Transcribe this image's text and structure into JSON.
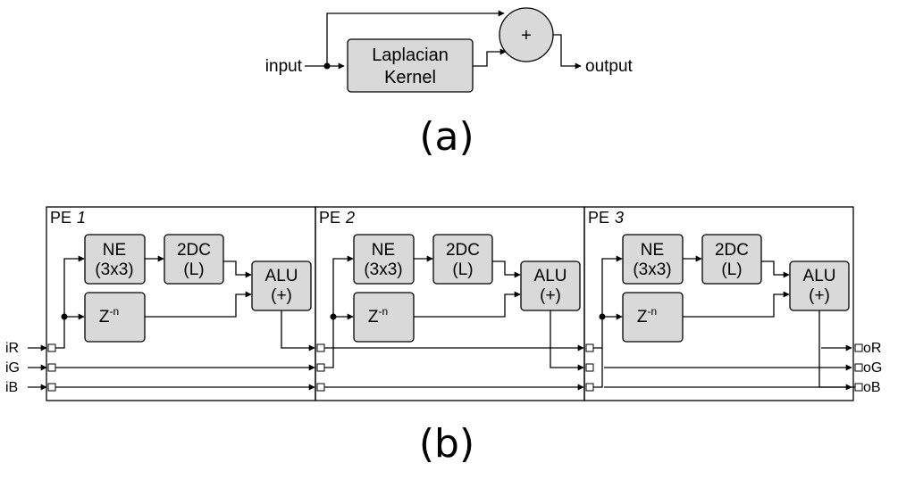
{
  "colors": {
    "block_fill": "#d9d9d9",
    "stroke": "#000000",
    "background": "#ffffff"
  },
  "diagram_a": {
    "input_label": "input",
    "output_label": "output",
    "kernel_line1": "Laplacian",
    "kernel_line2": "Kernel",
    "adder_symbol": "+",
    "caption": "(a)"
  },
  "diagram_b": {
    "caption": "(b)",
    "pe_prefix": "PE",
    "ne_line1": "NE",
    "ne_line2": "(3x3)",
    "dc_line1": "2DC",
    "dc_line2": "(L)",
    "alu_line1": "ALU",
    "alu_line2": "(+)",
    "delay_base": "Z",
    "delay_sup": "-n",
    "inputs": [
      "iR",
      "iG",
      "iB"
    ],
    "outputs": [
      "oR",
      "oG",
      "oB"
    ],
    "pes": [
      {
        "num": "1"
      },
      {
        "num": "2"
      },
      {
        "num": "3"
      }
    ]
  }
}
